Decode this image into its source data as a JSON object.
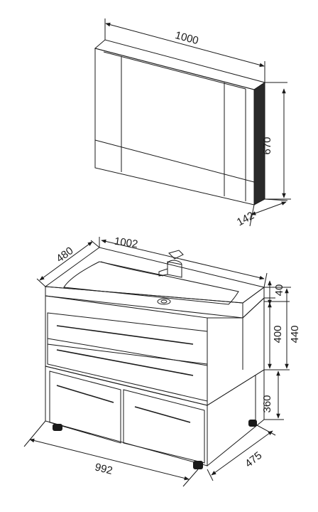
{
  "mirror_cabinet": {
    "width": "1000",
    "height": "670",
    "depth": "142"
  },
  "vanity": {
    "basin_width": "1002",
    "basin_depth": "480",
    "basin_thickness": "40",
    "drawer_block_height": "400",
    "top_total_height": "440",
    "base_height": "360",
    "base_width": "992",
    "base_depth": "475"
  }
}
